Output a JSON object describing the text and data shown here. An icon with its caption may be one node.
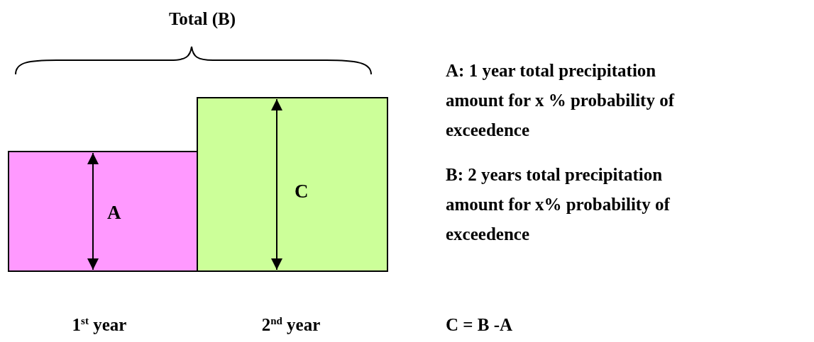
{
  "diagram": {
    "nodes": [
      {
        "text": [
          "A"
        ]
      },
      {
        "text": [
          "C"
        ]
      }
    ],
    "labels": [
      "Total (B)",
      "A: 1 year total precipitation amount for x % probability of exceedence",
      "B: 2 years total precipitation amount for x% probability of exceedence",
      "C = B -A",
      "1$^{st}$ year",
      "2$^{nd}$ year"
    ]
  }
}
